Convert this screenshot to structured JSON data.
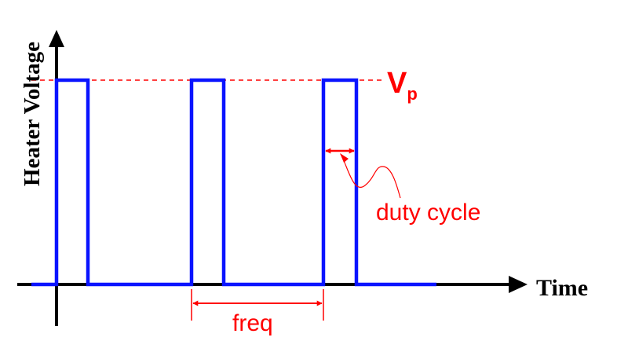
{
  "labels": {
    "y_axis": "Heater Voltage",
    "x_axis": "Time",
    "peak_voltage_main": "V",
    "peak_voltage_sub": "p",
    "duty_cycle": "duty cycle",
    "frequency": "freq"
  },
  "colors": {
    "axis": "#000000",
    "signal": "#0a14ff",
    "annotation": "#ff0000"
  }
}
